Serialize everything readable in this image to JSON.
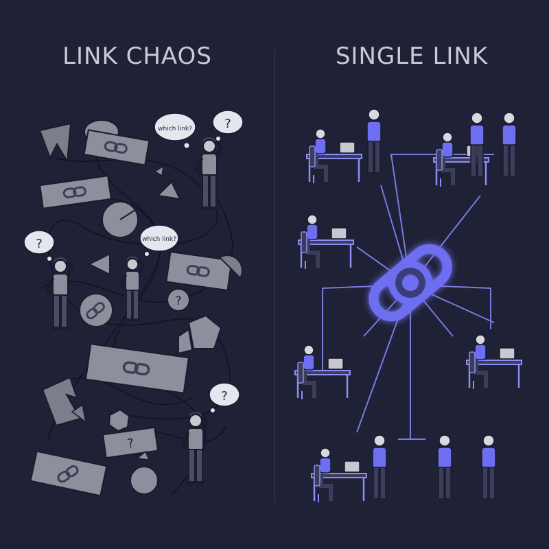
{
  "left_panel": {
    "title": "LINK CHAOS",
    "bubble_which_link": "which link?",
    "question_mark": "?"
  },
  "right_panel": {
    "title": "SINGLE LINK"
  },
  "colors": {
    "background": "#1f2137",
    "chaos_gray": "#8e8f9c",
    "link_accent": "#6e6ef0",
    "outline": "#1a1b2c"
  }
}
